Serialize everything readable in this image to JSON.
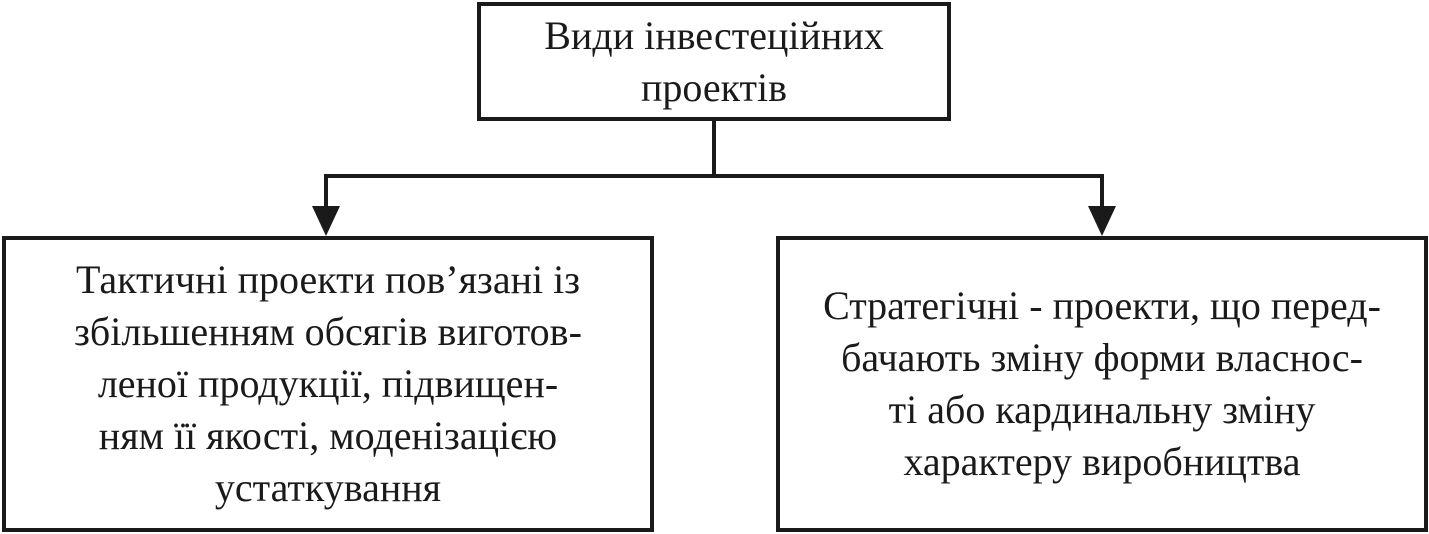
{
  "diagram": {
    "root": {
      "lines": [
        "Види інвестеційних",
        "проектів"
      ]
    },
    "children": [
      {
        "lines": [
          "Тактичні проекти пов’язані із",
          "збільшенням обсягів виготов-",
          "леної продукції, підвищен-",
          "ням її якості, моденізацією",
          "устаткування"
        ]
      },
      {
        "lines": [
          "Стратегічні - проекти, що перед-",
          "бачають зміну форми власнос-",
          "ті або кардинальну зміну",
          "характеру виробництва"
        ]
      }
    ],
    "colors": {
      "stroke": "#1a1a1a",
      "background": "#ffffff"
    }
  }
}
